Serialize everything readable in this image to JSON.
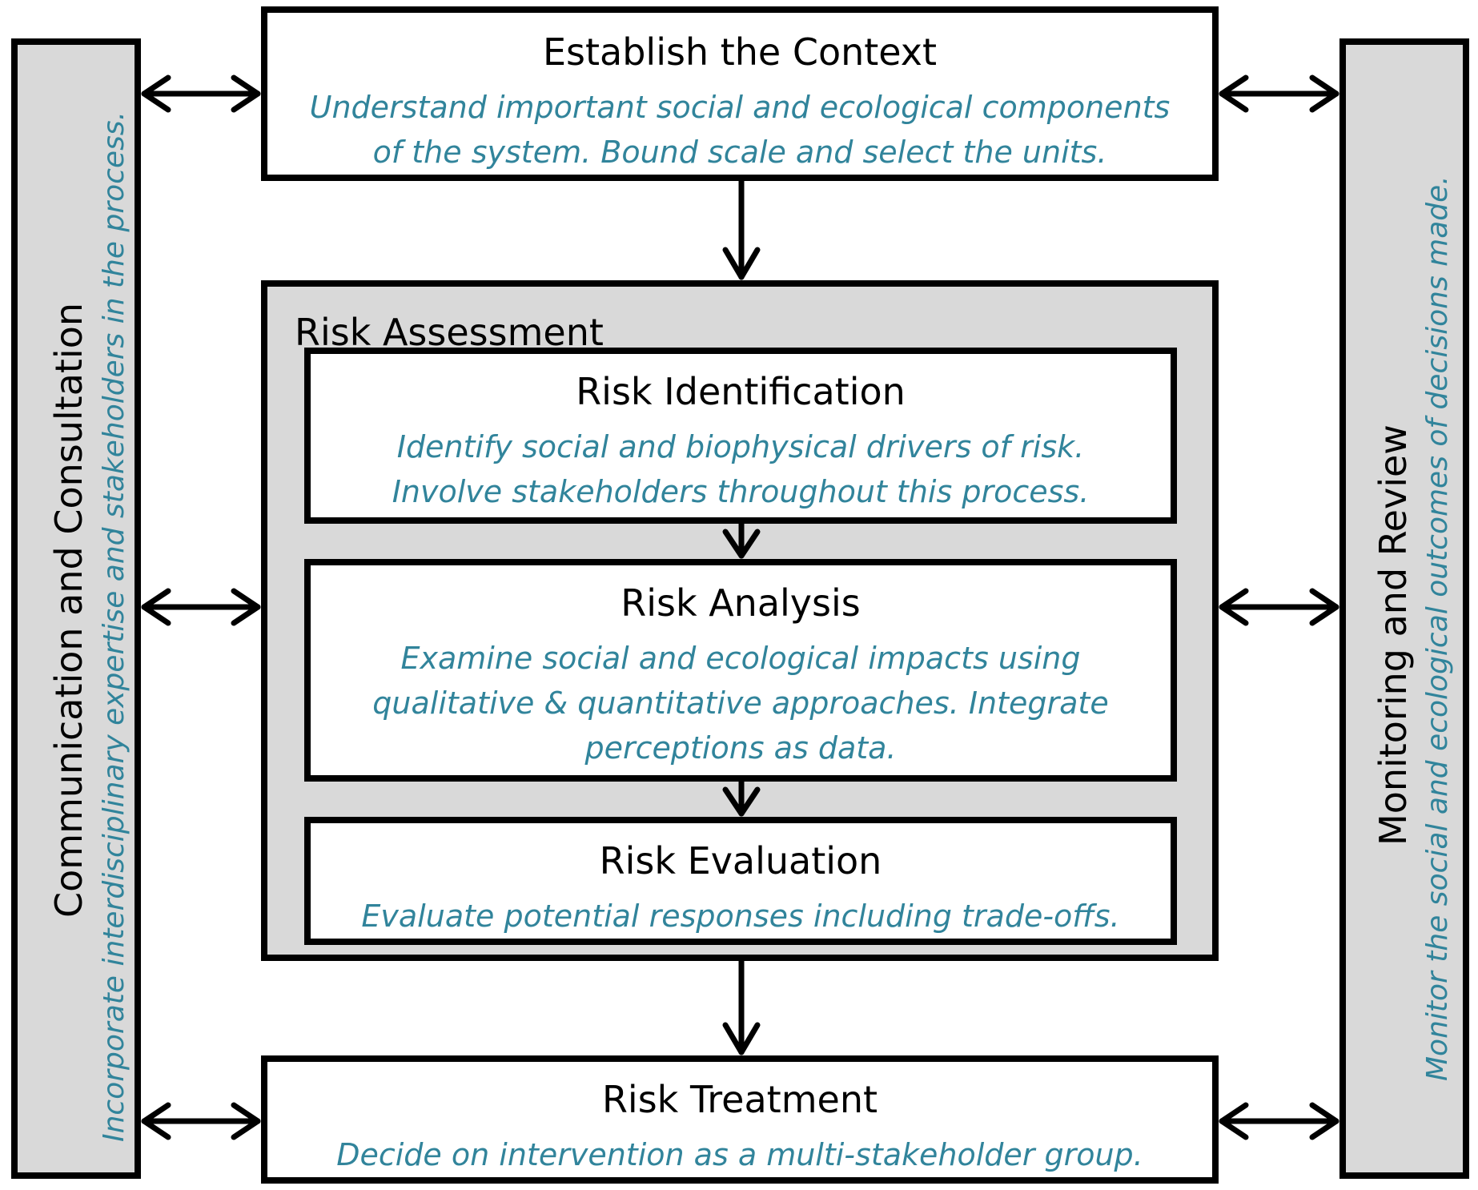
{
  "left_panel": {
    "title": "Communication and Consultation",
    "description": "Incorporate interdisciplinary expertise and stakeholders in the process."
  },
  "right_panel": {
    "title": "Monitoring and Review",
    "description": "Monitor the social and ecological outcomes of decisions made."
  },
  "context": {
    "title": "Establish the Context",
    "description": "Understand important social and ecological components of the system. Bound scale and select the units."
  },
  "assessment": {
    "title": "Risk Assessment",
    "identification": {
      "title": "Risk Identification",
      "description": "Identify social and biophysical drivers of risk. Involve stakeholders throughout this process."
    },
    "analysis": {
      "title": "Risk Analysis",
      "description": "Examine social and ecological impacts using qualitative & quantitative approaches. Integrate perceptions as data."
    },
    "evaluation": {
      "title": "Risk Evaluation",
      "description": "Evaluate potential responses including trade-offs."
    }
  },
  "treatment": {
    "title": "Risk Treatment",
    "description": "Decide on intervention as a multi-stakeholder group."
  }
}
